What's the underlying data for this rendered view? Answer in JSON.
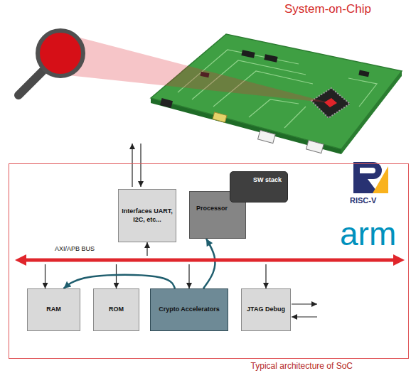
{
  "diagram": {
    "nodes": [
      {
        "text": [
          "Typical architecture of SoC"
        ]
      },
      {
        "text": [
          "Interfaces UART, I2C, etc..."
        ],
        "in": 0
      },
      {
        "text": [
          "Processor"
        ],
        "in": 0
      },
      {
        "text": [
          "SW stack"
        ],
        "in": 0
      },
      {
        "text": [
          "AXI/APB BUS"
        ],
        "in": 0
      },
      {
        "text": [
          "RAM"
        ],
        "in": 0
      },
      {
        "text": [
          "ROM"
        ],
        "in": 0
      },
      {
        "text": [
          "Crypto Accelerators"
        ],
        "in": 0
      },
      {
        "text": [
          "JTAG Debug"
        ],
        "in": 0
      }
    ],
    "edges": [
      {
        "from": 4,
        "to": 1,
        "arrow": "to"
      },
      {
        "from": 4,
        "to": 5,
        "arrow": "to"
      },
      {
        "from": 4,
        "to": 6,
        "arrow": "to"
      },
      {
        "from": 4,
        "to": 7,
        "arrow": "to"
      },
      {
        "from": 4,
        "to": 8,
        "arrow": "to"
      },
      {
        "from": 7,
        "to": 5,
        "arrow": "to"
      },
      {
        "from": 7,
        "to": 2,
        "arrow": "to"
      }
    ],
    "labels": [
      "System-on-Chip",
      "RISC-V",
      "arm"
    ]
  }
}
